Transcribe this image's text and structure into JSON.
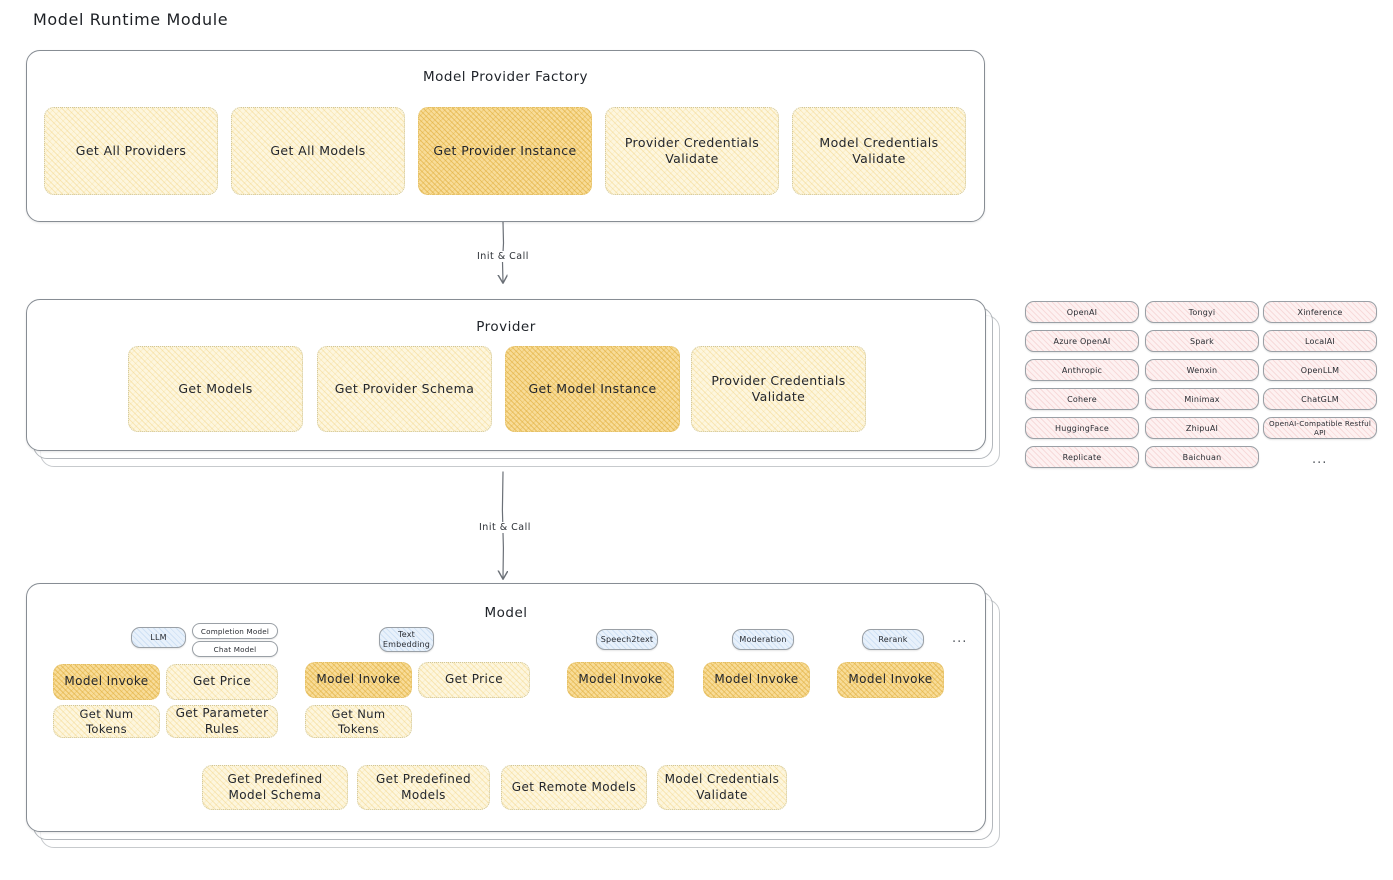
{
  "page": {
    "title": "Model Runtime Module"
  },
  "factory": {
    "title": "Model Provider Factory",
    "nodes": [
      {
        "label": "Get All Providers",
        "highlight": false
      },
      {
        "label": "Get All Models",
        "highlight": false
      },
      {
        "label": "Get Provider Instance",
        "highlight": true
      },
      {
        "label": "Provider Credentials Validate",
        "highlight": false
      },
      {
        "label": "Model Credentials Validate",
        "highlight": false
      }
    ]
  },
  "arrows": [
    {
      "label": "Init & Call"
    },
    {
      "label": "Init & Call"
    }
  ],
  "provider": {
    "title": "Provider",
    "nodes": [
      {
        "label": "Get Models",
        "highlight": false
      },
      {
        "label": "Get Provider Schema",
        "highlight": false
      },
      {
        "label": "Get Model Instance",
        "highlight": true
      },
      {
        "label": "Provider Credentials Validate",
        "highlight": false
      }
    ]
  },
  "provider_list": {
    "columns": [
      [
        "OpenAI",
        "Azure OpenAI",
        "Anthropic",
        "Cohere",
        "HuggingFace",
        "Replicate"
      ],
      [
        "Tongyi",
        "Spark",
        "Wenxin",
        "Minimax",
        "ZhipuAI",
        "Baichuan"
      ],
      [
        "Xinference",
        "LocalAI",
        "OpenLLM",
        "ChatGLM",
        "OpenAI-Compatible Restful API"
      ]
    ],
    "more": "..."
  },
  "model": {
    "title": "Model",
    "more": "...",
    "types": [
      {
        "name": "LLM",
        "subtypes": [
          "Completion Model",
          "Chat Model"
        ],
        "nodes": [
          {
            "label": "Model Invoke",
            "highlight": true
          },
          {
            "label": "Get Price",
            "highlight": false
          },
          {
            "label": "Get Num Tokens",
            "highlight": false
          },
          {
            "label": "Get Parameter Rules",
            "highlight": false
          }
        ]
      },
      {
        "name": "Text Embedding",
        "subtypes": [],
        "nodes": [
          {
            "label": "Model Invoke",
            "highlight": true
          },
          {
            "label": "Get Price",
            "highlight": false
          },
          {
            "label": "Get Num Tokens",
            "highlight": false
          }
        ]
      },
      {
        "name": "Speech2text",
        "subtypes": [],
        "nodes": [
          {
            "label": "Model Invoke",
            "highlight": true
          }
        ]
      },
      {
        "name": "Moderation",
        "subtypes": [],
        "nodes": [
          {
            "label": "Model Invoke",
            "highlight": true
          }
        ]
      },
      {
        "name": "Rerank",
        "subtypes": [],
        "nodes": [
          {
            "label": "Model Invoke",
            "highlight": true
          }
        ]
      }
    ],
    "shared_nodes": [
      {
        "label": "Get Predefined Model Schema"
      },
      {
        "label": "Get Predefined Models"
      },
      {
        "label": "Get Remote Models"
      },
      {
        "label": "Model Credentials Validate"
      }
    ]
  },
  "colors": {
    "node_fill": "#fdf6de",
    "node_highlight_fill": "#f8dc98",
    "node_border": "#cfc69a",
    "provider_chip_fill": "#fdf1f1",
    "model_type_chip_fill": "#e8f1fb",
    "container_border": "#878d94",
    "text": "#23262c"
  }
}
